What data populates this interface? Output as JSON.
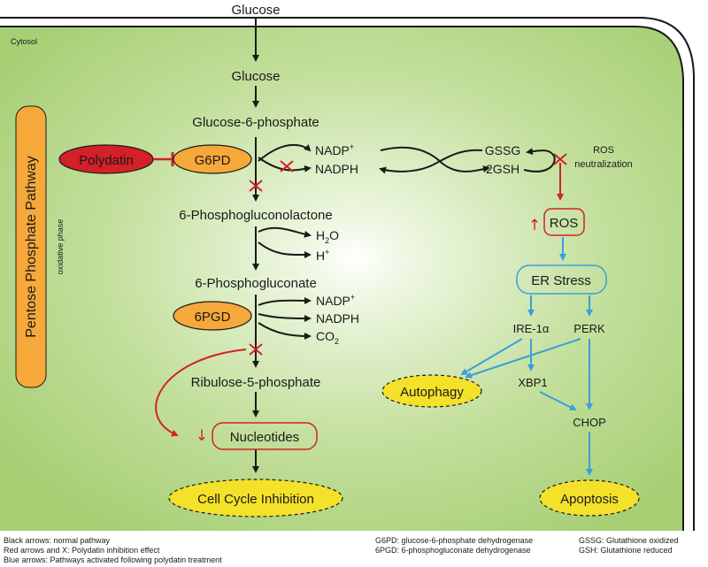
{
  "region": "Cytosol",
  "pathway": {
    "title": "Pentose Phosphate Pathway",
    "phase": "oxidative phase"
  },
  "inputs": {
    "glucose_outside": "Glucose",
    "glucose_inside": "Glucose"
  },
  "main_chain": {
    "g6p": "Glucose-6-phosphate",
    "pgl": "6-Phosphogluconolactone",
    "pg": "6-Phosphogluconate",
    "r5p": "Ribulose-5-phosphate",
    "nucleotides": "Nucleotides",
    "cell_cycle": "Cell Cycle Inhibition"
  },
  "enzymes": {
    "g6pd": "G6PD",
    "pgd": "6PGD"
  },
  "inhibitor": "Polydatin",
  "cofactors": {
    "nadp1": "NADP",
    "nadph1": "NADPH",
    "h2o": "H",
    "h2o_sub": "2",
    "h2o_o": "O",
    "hplus": "H",
    "nadp2": "NADP",
    "nadph2": "NADPH",
    "co2": "CO",
    "co2_sub": "2",
    "plus": "+"
  },
  "glutathione": {
    "gssg": "GSSG",
    "gsh": "2GSH",
    "ros_neutral_1": "ROS",
    "ros_neutral_2": "neutralization"
  },
  "stress": {
    "ros": "ROS",
    "up_arrow": "↑",
    "down_arrow": "↓",
    "er_stress": "ER Stress",
    "ire1a": "IRE-1α",
    "perk": "PERK",
    "xbp1": "XBP1",
    "chop": "CHOP",
    "autophagy": "Autophagy",
    "apoptosis": "Apoptosis"
  },
  "legend": {
    "black": "Black arrows: normal pathway",
    "red": "Red arrows and X: Polydatin inhibition effect",
    "blue": "Blue arrows: Pathways activated following polydatin treatment",
    "g6pd_def": "G6PD: glucose-6-phosphate dehydrogenase",
    "pgd_def": "6PGD: 6-phosphogluconate dehydrogenase",
    "gssg_def": "GSSG: Glutathione oxidized",
    "gsh_def": "GSH: Glutathione reduced"
  },
  "colors": {
    "cell_fill": "#a9d07a",
    "cell_center": "#eaf5da",
    "orange": "#f6a83a",
    "red": "#d32029",
    "blue": "#3a9fd9",
    "yellow": "#f4e12a",
    "black": "#1a1a1a"
  }
}
